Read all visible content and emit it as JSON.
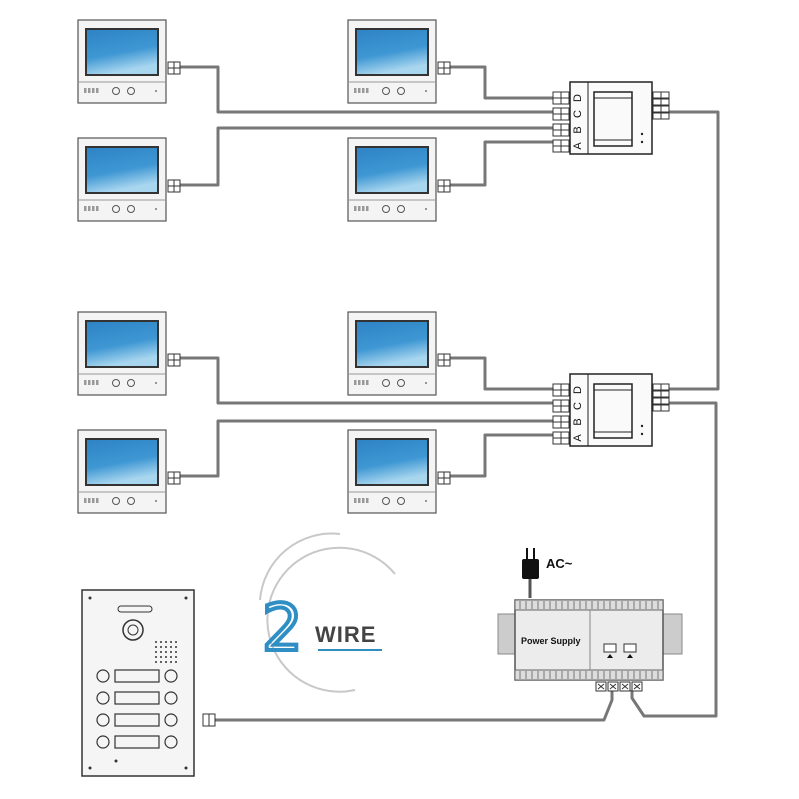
{
  "colors": {
    "wire": "#777777",
    "screen_top": "#2e83c4",
    "screen_bottom": "#9fd1ee",
    "logo_blue": "#2f8fc4",
    "frame": "#222222"
  },
  "distributor": {
    "letters": [
      "A",
      "B",
      "C",
      "D"
    ]
  },
  "power_supply": {
    "label": "Power Supply",
    "ac_label": "AC~"
  },
  "logo": {
    "numeral": "2",
    "word": "WIRE"
  },
  "icons": {
    "monitor": "indoor-monitor-icon",
    "distributor": "distributor-icon",
    "power_supply": "power-supply-icon",
    "door_station": "door-station-icon",
    "ac_plug": "ac-plug-icon"
  }
}
